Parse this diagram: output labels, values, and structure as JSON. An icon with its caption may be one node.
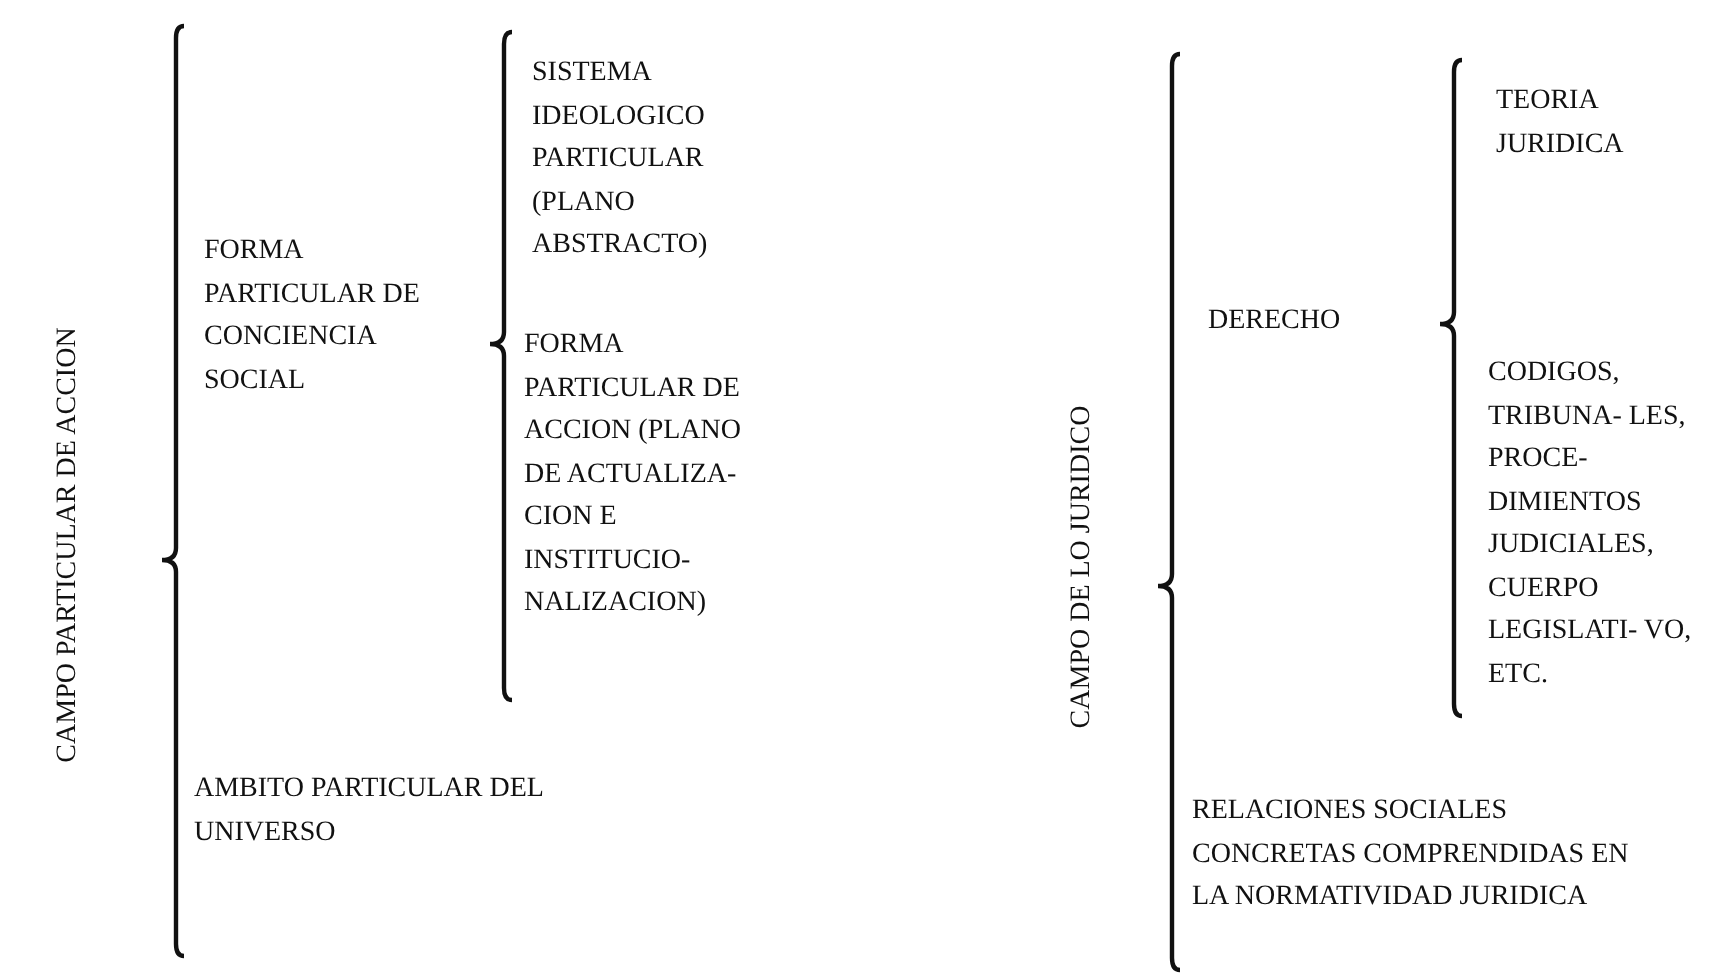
{
  "diagram": {
    "labels": [
      "CAMPO PARTICULAR DE ACCION",
      "SISTEMA IDEOLOGICO PARTICULAR (PLANO ABSTRACTO)",
      "FORMA PARTICULAR DE CONCIENCIA SOCIAL",
      "FORMA PARTICULAR DE ACCION (PLANO DE ACTUALIZA- CION E INSTITUCIO- NALIZACION)",
      "AMBITO PARTICULAR DEL UNIVERSO",
      "TEORIA JURIDICA",
      "CAMPO DE LO JURIDICO",
      "DERECHO",
      "CODIGOS, TRIBUNA- LES, PROCE- DIMIENTOS JUDICIALES, CUERPO LEGISLATI- VO, ETC.",
      "RELACIONES SOCIALES CONCRETAS COMPRENDIDAS EN LA NORMATIVIDAD JURIDICA"
    ]
  }
}
